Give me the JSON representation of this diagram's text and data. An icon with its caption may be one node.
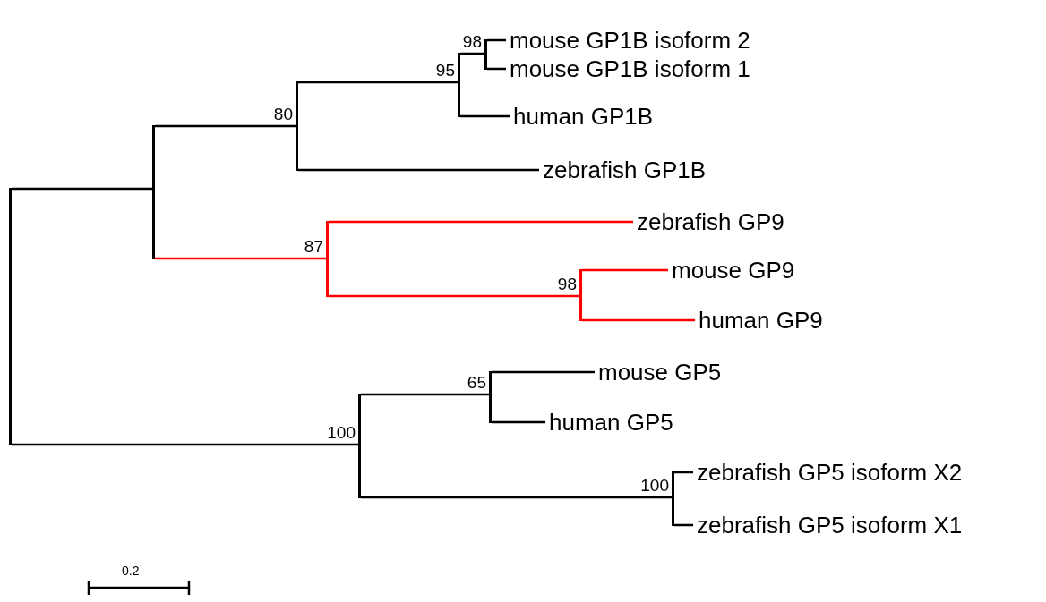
{
  "diagram": {
    "nodes": [
      {
        "text": [],
        "shape": "point"
      },
      {
        "text": [],
        "shape": "point"
      },
      {
        "text": [],
        "shape": "point",
        "beside": [
          "80"
        ]
      },
      {
        "text": [],
        "shape": "point",
        "beside": [
          "95"
        ]
      },
      {
        "text": [],
        "shape": "point",
        "beside": [
          "98"
        ]
      },
      {
        "text": [
          "mouse GP1B isoform 2"
        ]
      },
      {
        "text": [
          "mouse GP1B isoform 1"
        ]
      },
      {
        "text": [
          "human GP1B"
        ]
      },
      {
        "text": [
          "zebrafish GP1B"
        ]
      },
      {
        "text": [],
        "shape": "point",
        "beside": [
          "87"
        ]
      },
      {
        "text": [
          "zebrafish GP9"
        ]
      },
      {
        "text": [],
        "shape": "point",
        "beside": [
          "98"
        ]
      },
      {
        "text": [
          "mouse GP9"
        ]
      },
      {
        "text": [
          "human GP9"
        ]
      },
      {
        "text": [],
        "shape": "point",
        "beside": [
          "100"
        ]
      },
      {
        "text": [],
        "shape": "point",
        "beside": [
          "65"
        ]
      },
      {
        "text": [
          "mouse GP5"
        ]
      },
      {
        "text": [
          "human GP5"
        ]
      },
      {
        "text": [],
        "shape": "point",
        "beside": [
          "100"
        ]
      },
      {
        "text": [
          "zebrafish GP5 isoform X2"
        ]
      },
      {
        "text": [
          "zebrafish GP5 isoform X1"
        ]
      }
    ],
    "edges": [
      {
        "from": 0,
        "to": 1,
        "arrow": "none"
      },
      {
        "from": 1,
        "to": 2,
        "arrow": "none"
      },
      {
        "from": 2,
        "to": 3,
        "arrow": "none"
      },
      {
        "from": 3,
        "to": 4,
        "arrow": "none"
      },
      {
        "from": 4,
        "to": 5,
        "arrow": "none"
      },
      {
        "from": 4,
        "to": 6,
        "arrow": "none"
      },
      {
        "from": 3,
        "to": 7,
        "arrow": "none"
      },
      {
        "from": 2,
        "to": 8,
        "arrow": "none"
      },
      {
        "from": 1,
        "to": 9,
        "arrow": "none",
        "color": "#ff0000"
      },
      {
        "from": 9,
        "to": 10,
        "arrow": "none",
        "color": "#ff0000"
      },
      {
        "from": 9,
        "to": 11,
        "arrow": "none",
        "color": "#ff0000"
      },
      {
        "from": 11,
        "to": 12,
        "arrow": "none",
        "color": "#ff0000"
      },
      {
        "from": 11,
        "to": 13,
        "arrow": "none",
        "color": "#ff0000"
      },
      {
        "from": 0,
        "to": 14,
        "arrow": "none"
      },
      {
        "from": 14,
        "to": 15,
        "arrow": "none"
      },
      {
        "from": 15,
        "to": 16,
        "arrow": "none"
      },
      {
        "from": 15,
        "to": 17,
        "arrow": "none"
      },
      {
        "from": 14,
        "to": 18,
        "arrow": "none"
      },
      {
        "from": 18,
        "to": 19,
        "arrow": "none"
      },
      {
        "from": 18,
        "to": 20,
        "arrow": "none"
      }
    ],
    "labels": [
      "0.2"
    ]
  }
}
